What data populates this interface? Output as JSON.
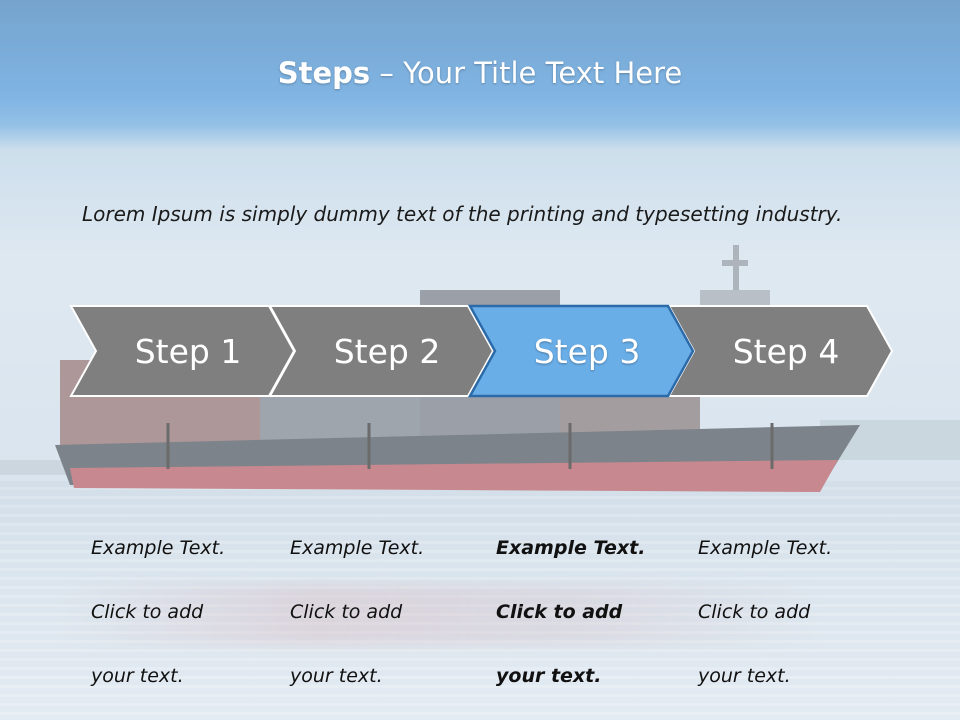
{
  "slide": {
    "title_bold": "Steps",
    "title_rest": " – Your Title Text Here",
    "subtitle": "Lorem Ipsum is simply dummy text of the printing and typesetting industry."
  },
  "steps": [
    {
      "label": "Step 1",
      "desc_line1": "Example Text.",
      "desc_line2": "Click  to add",
      "desc_line3": "your text.",
      "active": false
    },
    {
      "label": "Step 2",
      "desc_line1": "Example Text.",
      "desc_line2": "Click  to add",
      "desc_line3": "your text.",
      "active": false
    },
    {
      "label": "Step 3",
      "desc_line1": "Example Text.",
      "desc_line2": "Click  to add",
      "desc_line3": "your text.",
      "active": true
    },
    {
      "label": "Step 4",
      "desc_line1": "Example Text.",
      "desc_line2": "Click  to add",
      "desc_line3": "your text.",
      "active": false
    }
  ],
  "colors": {
    "chevron_default": "#7f7f7f",
    "chevron_active": "#6aaee8",
    "chevron_active_border": "#2c6aa8",
    "title_band": "#2e74b5"
  }
}
